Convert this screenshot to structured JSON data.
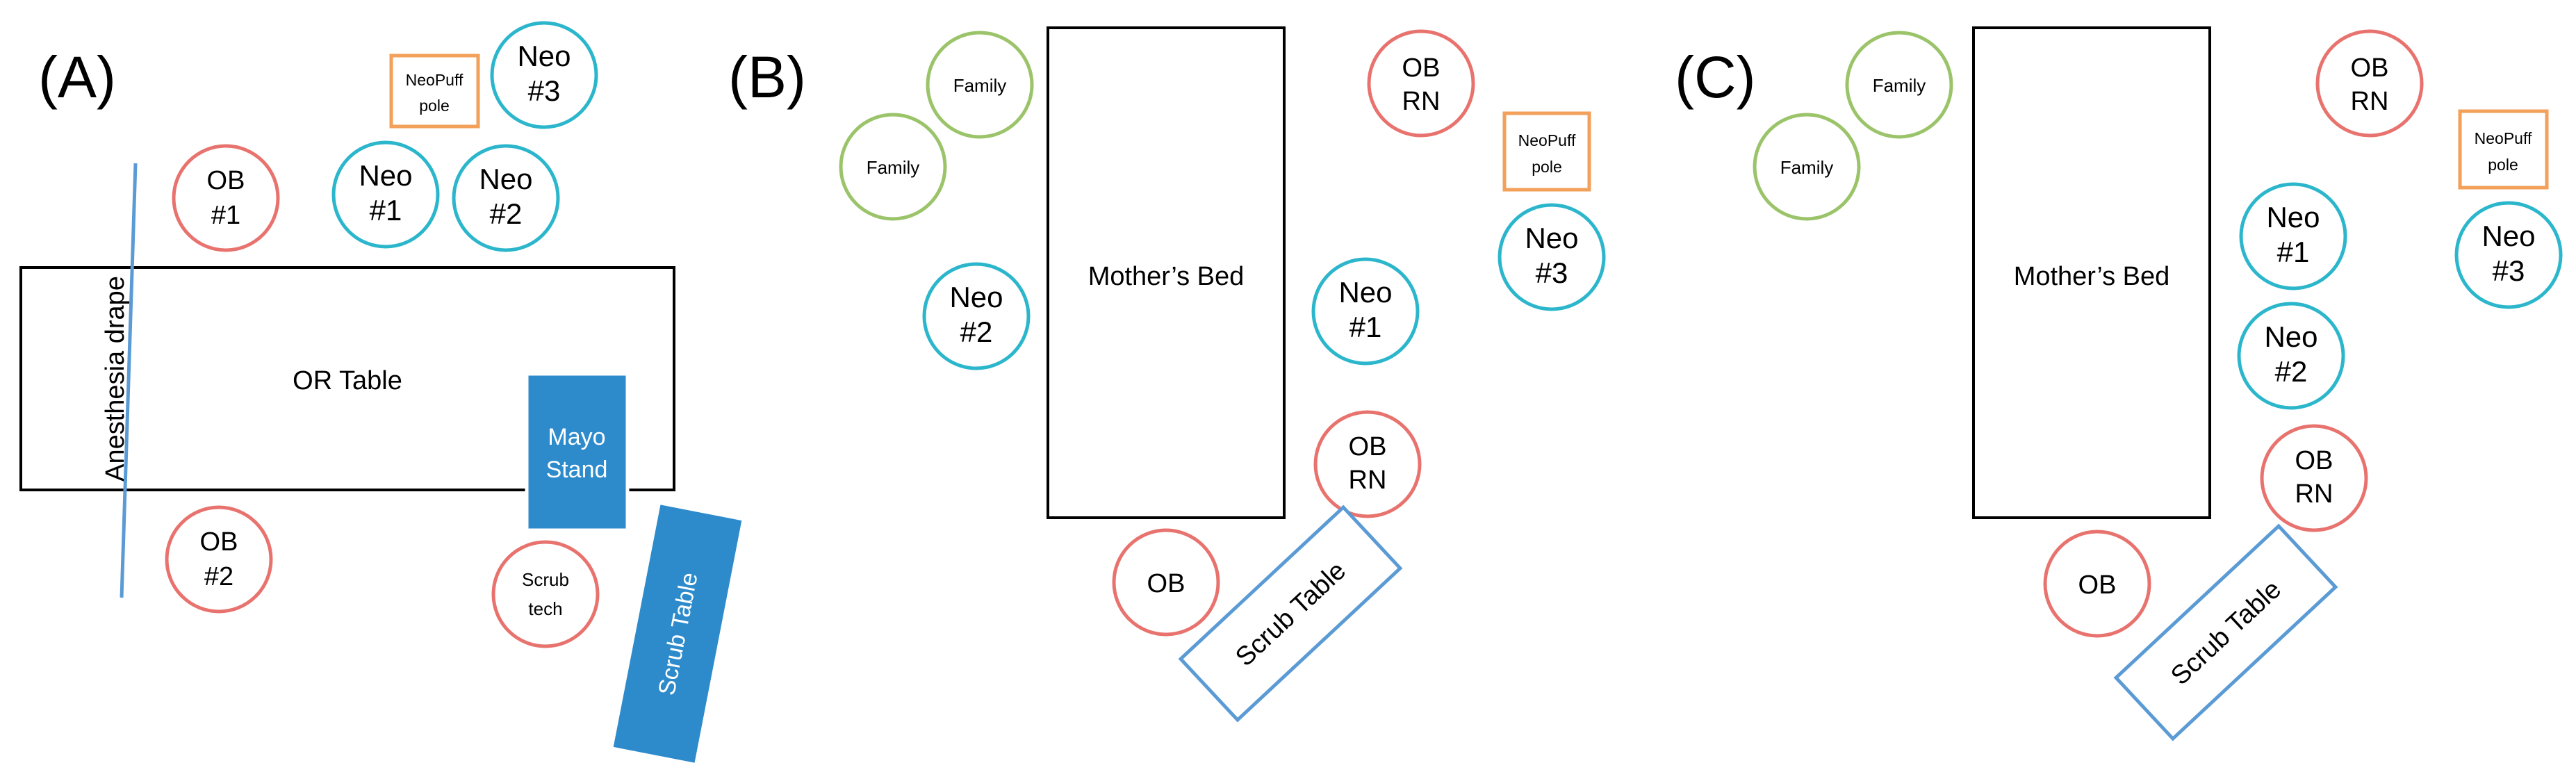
{
  "colors": {
    "ob_staff": "#e8736e",
    "neo_team": "#2bb6cc",
    "family": "#9bc46a",
    "neopuff": "#f2a05a",
    "drape": "#5b9bd5",
    "blue_fill": "#2e8bcb",
    "scrub_outline": "#5b9bd5"
  },
  "panels": {
    "a": {
      "label": "(A)",
      "or_table": "OR Table",
      "anesthesia_drape": "Anesthesia drape",
      "mayo_stand": [
        "Mayo",
        "Stand"
      ],
      "scrub_table": "Scrub Table",
      "neopuff": [
        "NeoPuff",
        "pole"
      ],
      "ob1": [
        "OB",
        "#1"
      ],
      "ob2": [
        "OB",
        "#2"
      ],
      "neo1": [
        "Neo",
        "#1"
      ],
      "neo2": [
        "Neo",
        "#2"
      ],
      "neo3": [
        "Neo",
        "#3"
      ],
      "scrub_tech": [
        "Scrub",
        "tech"
      ]
    },
    "b": {
      "label": "(B)",
      "bed": "Mother’s Bed",
      "family1": "Family",
      "family2": "Family",
      "ob_rn_top": [
        "OB",
        "RN"
      ],
      "neopuff": [
        "NeoPuff",
        "pole"
      ],
      "neo3": [
        "Neo",
        "#3"
      ],
      "neo1": [
        "Neo",
        "#1"
      ],
      "neo2": [
        "Neo",
        "#2"
      ],
      "ob_rn_bottom": [
        "OB",
        "RN"
      ],
      "ob": "OB",
      "scrub_table": "Scrub Table"
    },
    "c": {
      "label": "(C)",
      "bed": "Mother’s Bed",
      "family1": "Family",
      "family2": "Family",
      "ob_rn_top": [
        "OB",
        "RN"
      ],
      "neopuff": [
        "NeoPuff",
        "pole"
      ],
      "neo3": [
        "Neo",
        "#3"
      ],
      "neo1": [
        "Neo",
        "#1"
      ],
      "neo2": [
        "Neo",
        "#2"
      ],
      "ob_rn_bottom": [
        "OB",
        "RN"
      ],
      "ob": "OB",
      "scrub_table": "Scrub Table"
    }
  }
}
